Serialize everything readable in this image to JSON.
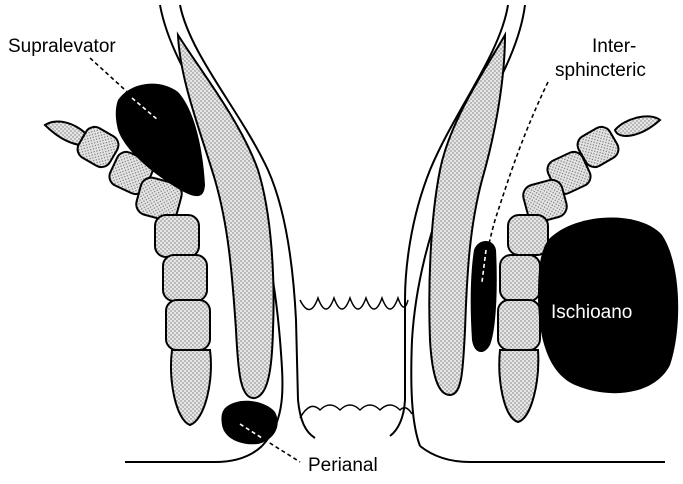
{
  "labels": {
    "supralevator": "Supralevator",
    "intersphincteric_line1": "Inter-",
    "intersphincteric_line2": "sphincteric",
    "ischioanal": "Ischioano",
    "perianal": "Perianal"
  },
  "colors": {
    "outline": "#000000",
    "abscess_fill": "#000000",
    "stipple_fill": "#d8d8d8",
    "background": "#ffffff"
  }
}
